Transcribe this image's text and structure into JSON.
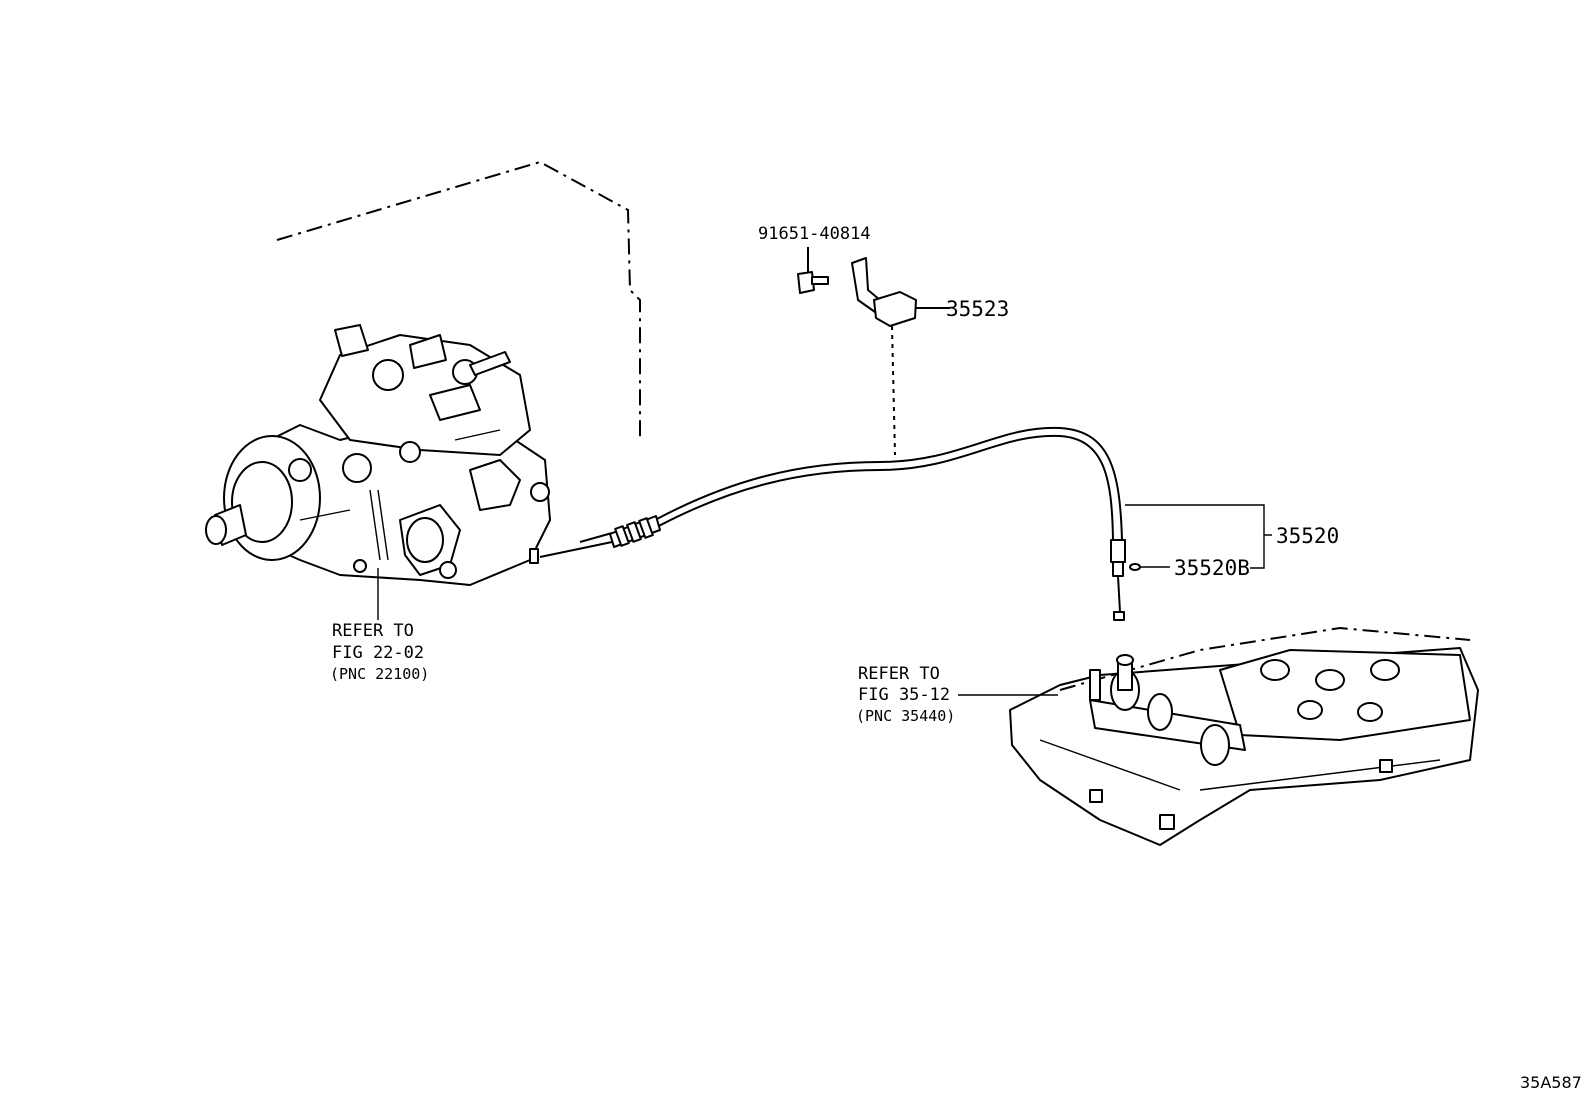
{
  "labels": {
    "bolt": "91651-40814",
    "bracket": "35523",
    "cable_assy": "35520",
    "cable_sub": "35520B",
    "ref_pump_1": "REFER TO",
    "ref_pump_2": "FIG 22-02",
    "ref_pump_3": "(PNC 22100)",
    "ref_valve_1": "REFER TO",
    "ref_valve_2": "FIG 35-12",
    "ref_valve_3": "(PNC 35440)",
    "diagram_id": "35A587"
  }
}
